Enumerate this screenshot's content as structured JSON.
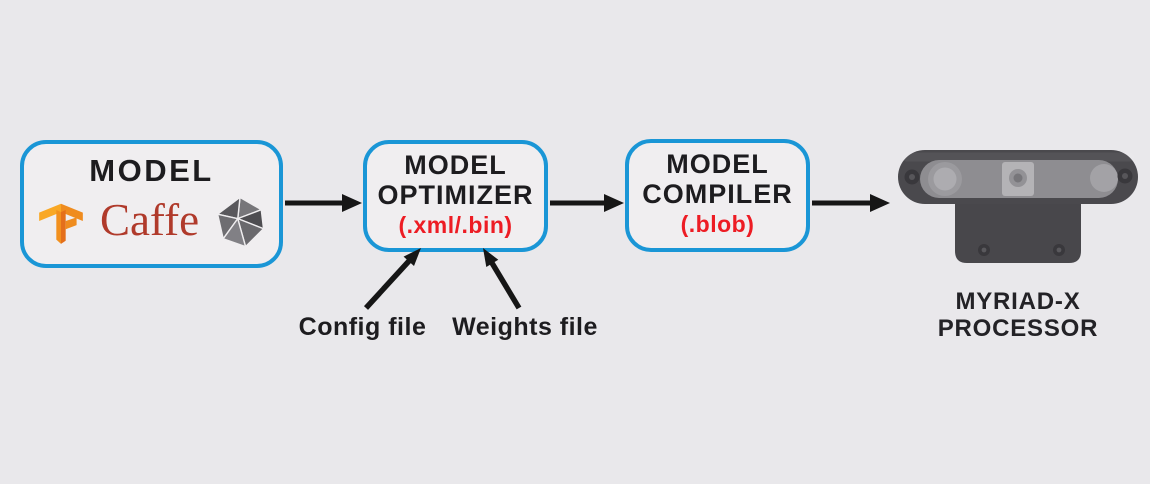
{
  "diagram": {
    "title_context": "Model conversion pipeline to MYRIAD-X",
    "background_color": "#e9e8eb",
    "colors": {
      "box_border_blue": "#1a96d6",
      "box_fill": "#f0eef0",
      "format_text_red": "#ed1c24",
      "heading_text": "#1d1c1f",
      "arrow_black": "#161616",
      "caffe_wordmark_red": "#b03a2b",
      "camera_body_gray": "#4a494d"
    },
    "boxes": {
      "model": {
        "title": "MODEL",
        "caffe_label": "Caffe",
        "logos": [
          "tensorflow-logo",
          "caffe-wordmark",
          "onnx-logo"
        ]
      },
      "optimizer": {
        "line1": "MODEL",
        "line2": "OPTIMIZER",
        "output_format": "(.xml/.bin)"
      },
      "compiler": {
        "line1": "MODEL",
        "line2": "COMPILER",
        "output_format": "(.blob)"
      }
    },
    "device": {
      "name_line1": "MYRIAD-X",
      "name_line2": "PROCESSOR",
      "image": "oak-d-camera"
    },
    "annotations": {
      "config_label": "Config file",
      "weights_label": "Weights file"
    }
  }
}
